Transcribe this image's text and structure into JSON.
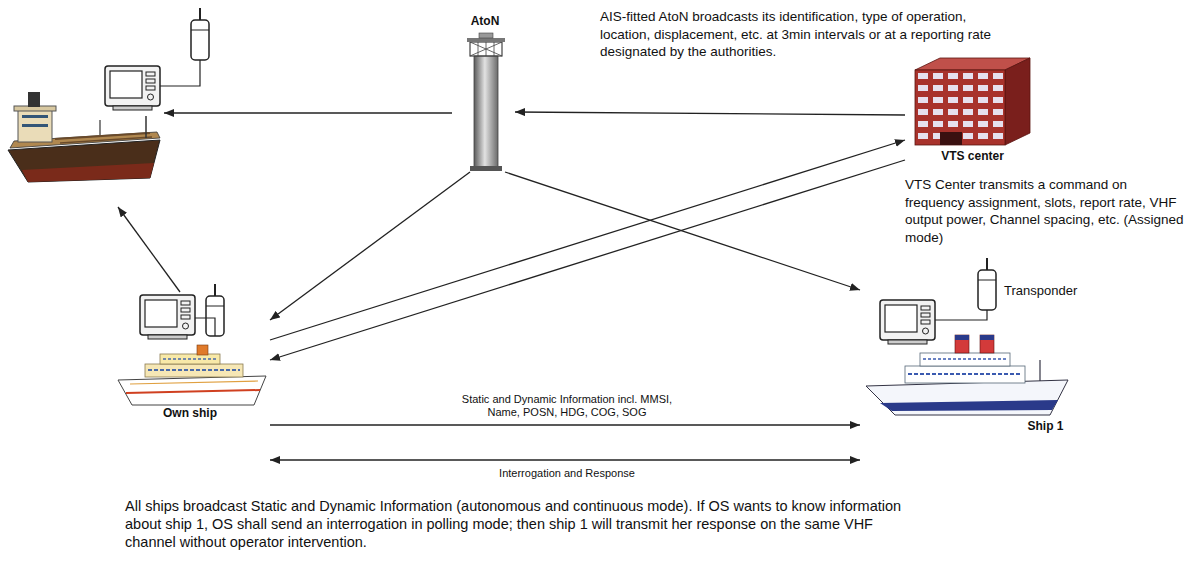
{
  "diagram": {
    "caption": "All ships broadcast Static and Dynamic Information (autonomous and continuous mode). If OS wants to know information about ship 1, OS shall send an interrogation in polling mode; then ship 1 will transmit her response on the same VHF channel without operator intervention.",
    "nodes": [
      {
        "text": [
          "AtoN"
        ]
      },
      {
        "text": [
          "VTS center"
        ]
      },
      {
        "text": [
          "Own ship"
        ]
      },
      {
        "text": [
          "Ship 1"
        ]
      }
    ],
    "edges": [
      {
        "from": 0,
        "to": 2,
        "arrow": "to"
      },
      {
        "from": 0,
        "to": 3,
        "arrow": "to"
      },
      {
        "from": 1,
        "to": 0,
        "arrow": "to"
      },
      {
        "from": 2,
        "to": 1,
        "arrow": "to"
      },
      {
        "from": 1,
        "to": 2,
        "arrow": "to"
      },
      {
        "from": 2,
        "to": 3,
        "label": "Static and Dynamic Information incl. MMSI, Name, POSN, HDG, COG, SOG",
        "arrow": "to"
      },
      {
        "from": 2,
        "to": 3,
        "label": "Interrogation and Response",
        "arrow": "both"
      }
    ],
    "labels": [
      "AIS-fitted AtoN broadcasts its identification, type of operation, location, displacement, etc. at 3min intervals or at a reporting rate designated by the authorities.",
      "VTS Center transmits a command on frequency assignment, slots, report rate, VHF output power, Channel spacing, etc. (Assigned mode)",
      "Transponder"
    ]
  }
}
